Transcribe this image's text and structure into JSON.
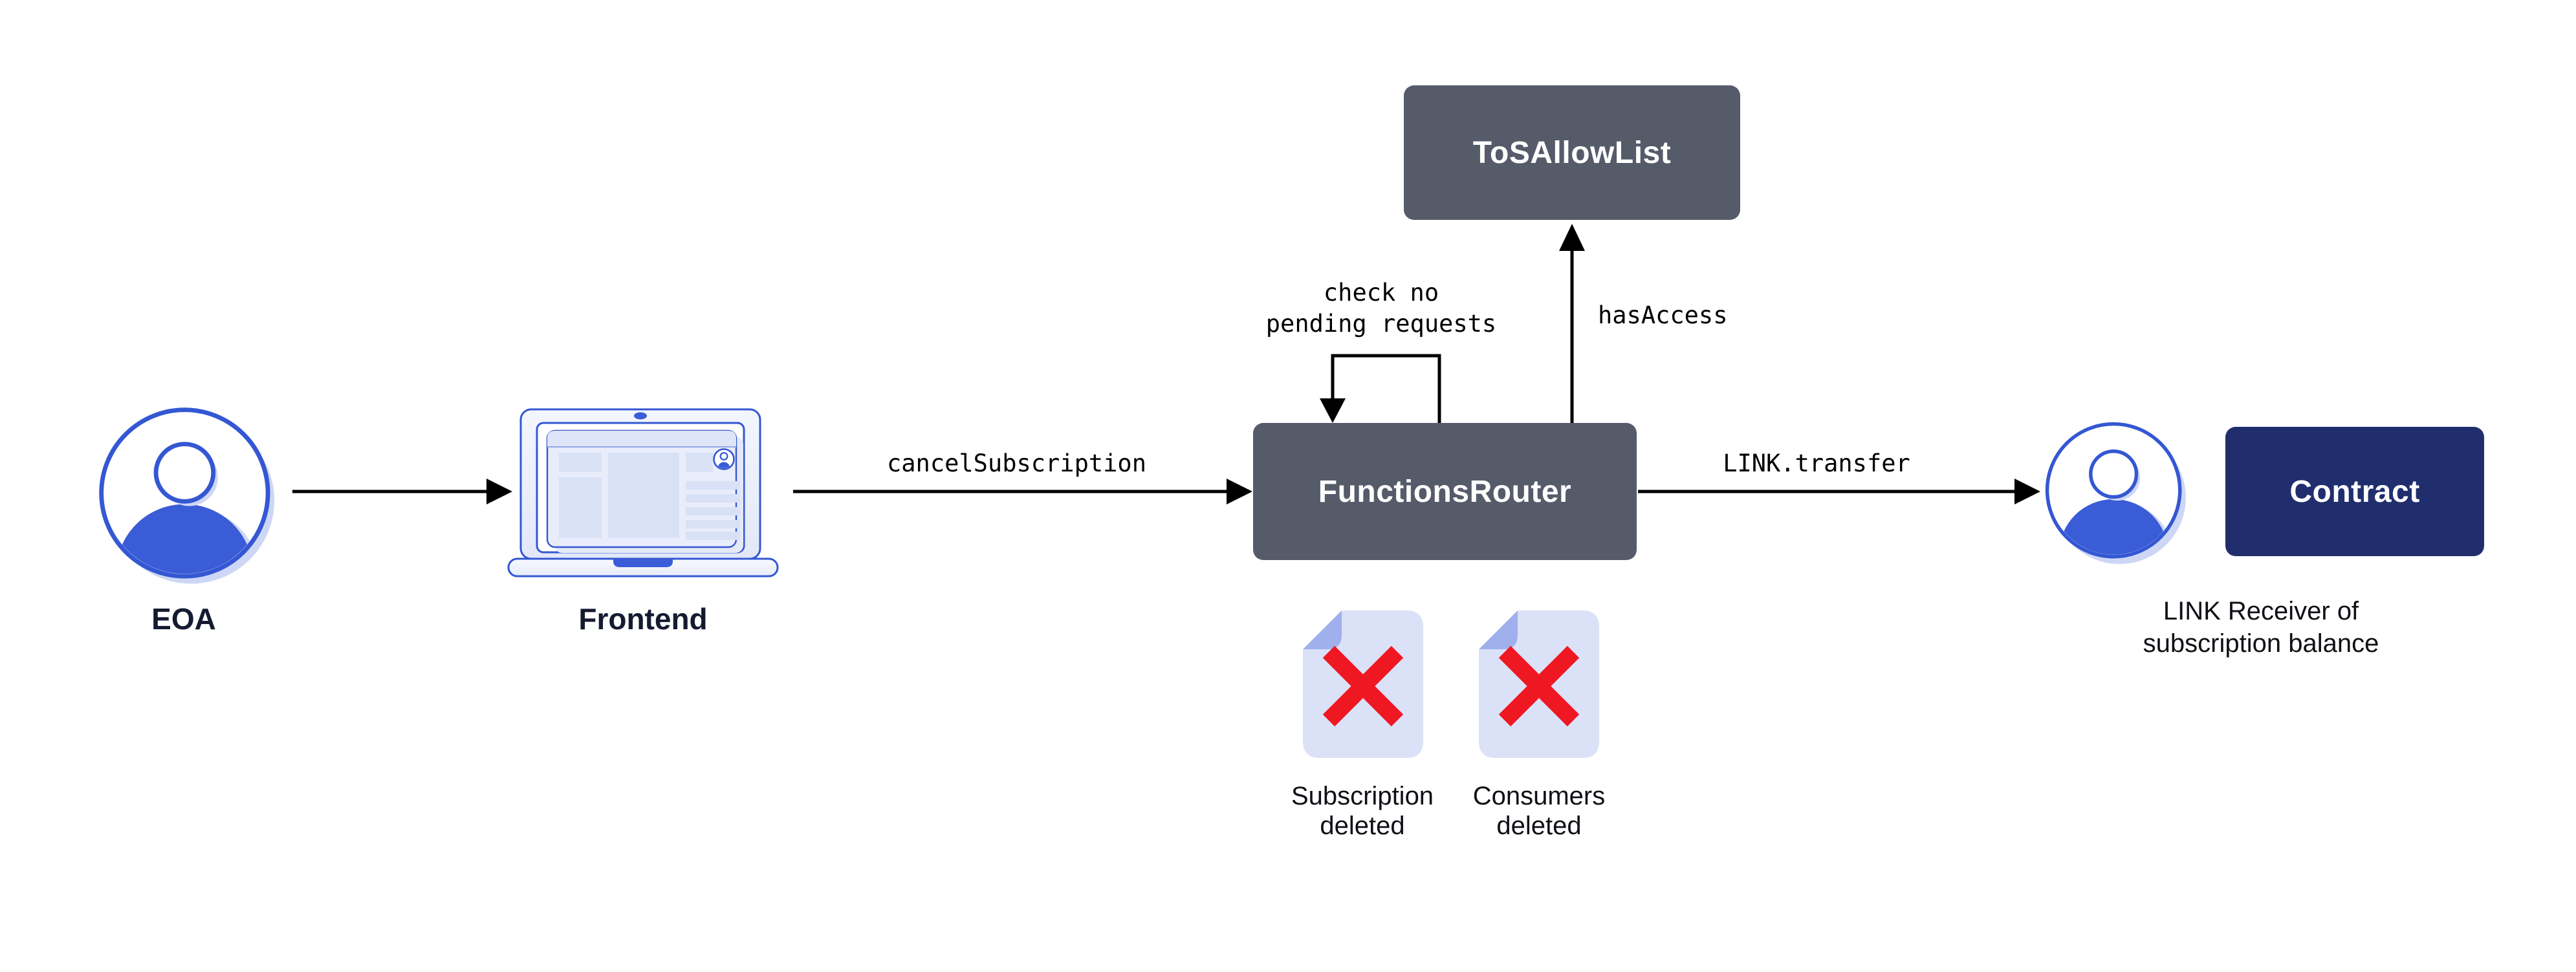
{
  "colors": {
    "bg": "#ffffff",
    "slate": "#565b6a",
    "navy": "#212e6d",
    "blue": "#3457d3",
    "blue_fill": "#3a5cd7",
    "icon_shadow": "#cdd7f5",
    "panel": "#d9e1f6",
    "window": "#e9edfb",
    "window_bar": "#dfe5f8",
    "window_bar_line": "#93a7ea",
    "doc_body": "#dbe2f7",
    "doc_fold": "#9fb0ed",
    "red": "#ef1822",
    "line": "#000000",
    "label_dark": "#141b31",
    "text_black": "#0e1015",
    "box_text": "#ffffff"
  },
  "nodes": {
    "eoa": {
      "label": "EOA"
    },
    "frontend": {
      "label": "Frontend"
    },
    "functions_router": {
      "label": "FunctionsRouter"
    },
    "tos_allow_list": {
      "label": "ToSAllowList"
    },
    "contract": {
      "label": "Contract"
    },
    "link_receiver": {
      "caption_line1": "LINK Receiver of",
      "caption_line2": "subscription balance"
    }
  },
  "edges": {
    "cancel_subscription": {
      "label": "cancelSubscription"
    },
    "check_pending": {
      "line1": "check no",
      "line2": "pending requests"
    },
    "has_access": {
      "label": "hasAccess"
    },
    "link_transfer": {
      "label": "LINK.transfer"
    }
  },
  "artifacts": {
    "subscription_deleted": {
      "line1": "Subscription",
      "line2": "deleted"
    },
    "consumers_deleted": {
      "line1": "Consumers",
      "line2": "deleted"
    }
  }
}
